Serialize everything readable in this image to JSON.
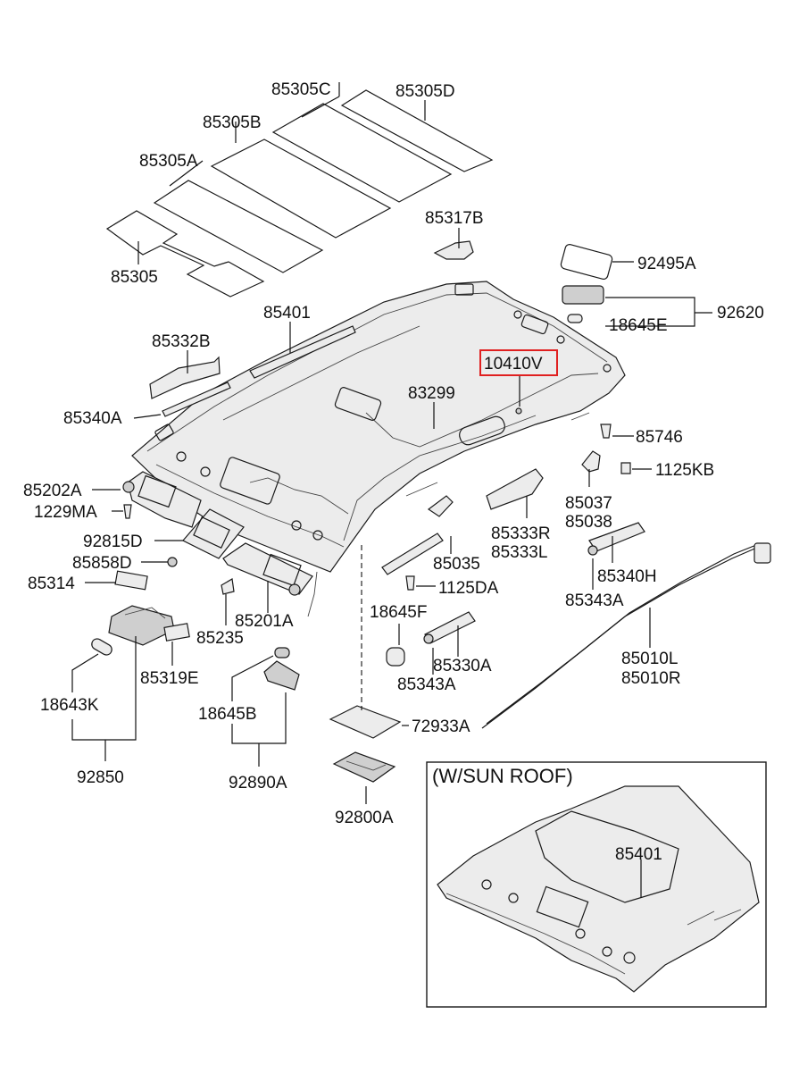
{
  "diagram": {
    "inset_title": "(W/SUN ROOF)",
    "highlighted_part": "10410V",
    "highlight_color": "#e02020",
    "labels": [
      "85305C",
      "85305D",
      "85305B",
      "85305A",
      "85305",
      "85317B",
      "92495A",
      "92620",
      "18645E",
      "85401",
      "85332B",
      "10410V",
      "83299",
      "85340A",
      "85746",
      "85202A",
      "1229MA",
      "1125KB",
      "85037",
      "85038",
      "92815D",
      "85858D",
      "85314",
      "85333R",
      "85333L",
      "85035",
      "85340H",
      "1125DA",
      "85235",
      "85201A",
      "85343A",
      "18645F",
      "85330A",
      "85343A",
      "85319E",
      "85010L",
      "85010R",
      "18643K",
      "18645B",
      "72933A",
      "92850",
      "92890A",
      "92800A",
      "85401"
    ]
  }
}
